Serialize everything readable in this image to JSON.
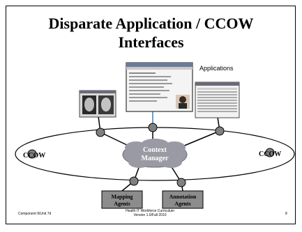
{
  "slide": {
    "title_line1": "Disparate Application / CCOW",
    "title_line2": "Interfaces",
    "applications_label": "Applications",
    "ccow_left": "CCOW",
    "ccow_right": "CCOW",
    "context_manager_line1": "Context",
    "context_manager_line2": "Manager",
    "mapping_agents_line1": "Mapping",
    "mapping_agents_line2": "Agents",
    "annotation_agents_line1": "Annotation",
    "annotation_agents_line2": "Agents"
  },
  "footer": {
    "left": "Component 9/Unit 7d",
    "center_line1": "Health IT Workforce Curriculum",
    "center_line2": "Version 1.0/Fall 2010",
    "page_number": "8"
  },
  "colors": {
    "node_fill": "#808080",
    "cloud_fill": "#9a9aa4",
    "box_fill": "#8c8c8c",
    "link_blue": "#3b7fc4"
  }
}
